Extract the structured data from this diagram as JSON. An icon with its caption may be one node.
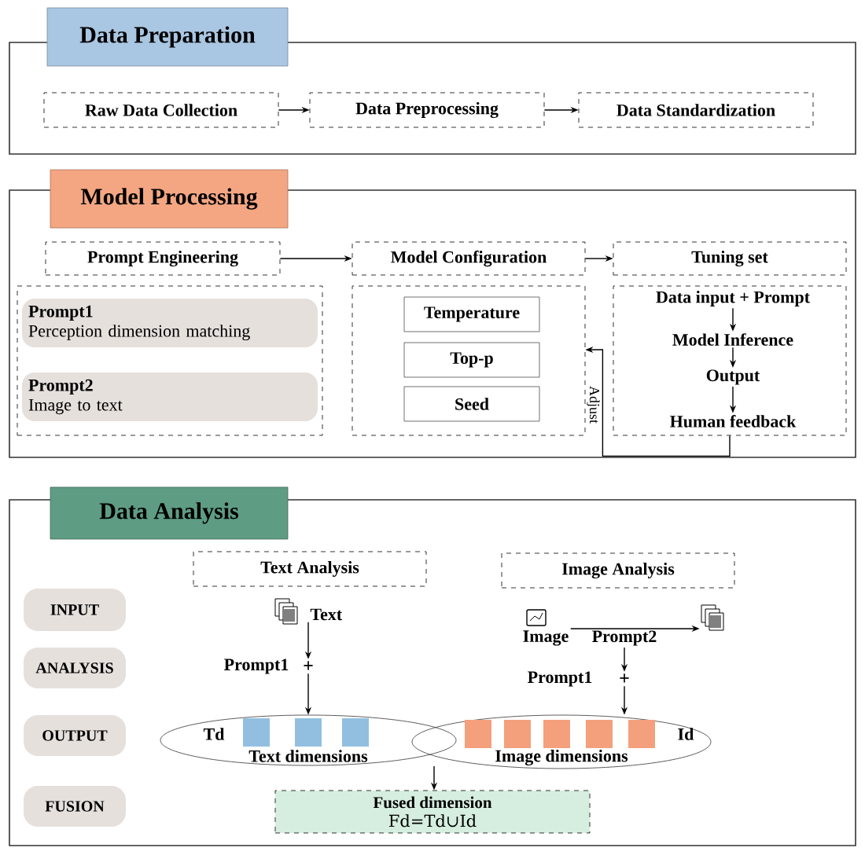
{
  "diagram": {
    "nodes": [
      {
        "text": [
          "Data Preparation"
        ]
      },
      {
        "text": [
          "Raw Data Collection"
        ],
        "in": 0
      },
      {
        "text": [
          "Data Preprocessing"
        ],
        "in": 0
      },
      {
        "text": [
          "Data Standardization"
        ],
        "in": 0
      },
      {
        "text": [
          "Model Processing"
        ]
      },
      {
        "text": [
          "Prompt Engineering"
        ],
        "in": 4
      },
      {
        "text": [
          "Model Configuration"
        ],
        "in": 4
      },
      {
        "text": [
          "Tuning set"
        ],
        "in": 4
      },
      {
        "text": [],
        "shape": "box",
        "in": 4
      },
      {
        "text": [
          "Prompt1",
          "Perception dimension matching"
        ],
        "in": 8
      },
      {
        "text": [
          "Prompt2",
          "Image to text"
        ],
        "in": 8
      },
      {
        "text": [],
        "shape": "box",
        "in": 4
      },
      {
        "text": [
          "Temperature"
        ],
        "in": 11
      },
      {
        "text": [
          "Top-p"
        ],
        "in": 11
      },
      {
        "text": [
          "Seed"
        ],
        "in": 11
      },
      {
        "text": [],
        "shape": "box",
        "in": 4
      },
      {
        "text": [
          "Data input + Prompt"
        ],
        "in": 15
      },
      {
        "text": [
          "Model Inference"
        ],
        "in": 15
      },
      {
        "text": [
          "Output"
        ],
        "in": 15
      },
      {
        "text": [
          "Human feedback"
        ],
        "in": 15
      },
      {
        "text": [
          "Data Analysis"
        ]
      },
      {
        "text": [
          "Text Analysis"
        ],
        "in": 20
      },
      {
        "text": [
          "Image Analysis"
        ],
        "in": 20
      },
      {
        "text": [
          "INPUT"
        ],
        "in": 20
      },
      {
        "text": [
          "ANALYSIS"
        ],
        "in": 20
      },
      {
        "text": [
          "OUTPUT"
        ],
        "in": 20
      },
      {
        "text": [
          "FUSION"
        ],
        "in": 20
      },
      {
        "text": [
          "Text"
        ],
        "in": 20
      },
      {
        "text": [
          "+"
        ],
        "beside": [
          "Prompt1"
        ],
        "in": 20
      },
      {
        "text": [
          "Td",
          "Text dimensions"
        ],
        "in": 20
      },
      {
        "text": [
          "Image"
        ],
        "in": 20
      },
      {
        "text": [],
        "shape": "picture",
        "in": 20
      },
      {
        "text": [
          "Prompt2"
        ],
        "in": 20
      },
      {
        "text": [
          "+"
        ],
        "beside": [
          "Prompt1"
        ],
        "in": 20
      },
      {
        "text": [
          "Id",
          "Image dimensions"
        ],
        "in": 20
      },
      {
        "text": [
          "Fused dimension",
          "Fd=Td∪Id"
        ],
        "in": 20
      }
    ],
    "edges": [
      {
        "from": 1,
        "to": 2,
        "arrow": "to"
      },
      {
        "from": 2,
        "to": 3,
        "arrow": "to"
      },
      {
        "from": 5,
        "to": 6,
        "arrow": "to"
      },
      {
        "from": 6,
        "to": 7,
        "arrow": "to"
      },
      {
        "from": 15,
        "to": 11,
        "arrow": "to",
        "label": "Adjust"
      },
      {
        "from": 16,
        "to": 17,
        "arrow": "to"
      },
      {
        "from": 17,
        "to": 18,
        "arrow": "to"
      },
      {
        "from": 18,
        "to": 19,
        "arrow": "to"
      },
      {
        "from": 27,
        "to": 28,
        "arrow": "to"
      },
      {
        "from": 28,
        "to": 29,
        "arrow": "to"
      },
      {
        "from": 30,
        "to": 31,
        "arrow": "to"
      },
      {
        "from": 32,
        "to": 33,
        "arrow": "to"
      },
      {
        "from": 33,
        "to": 34,
        "arrow": "to"
      },
      {
        "from": 29,
        "to": 35,
        "arrow": "to"
      },
      {
        "from": 34,
        "to": 35,
        "arrow": "to"
      }
    ]
  }
}
